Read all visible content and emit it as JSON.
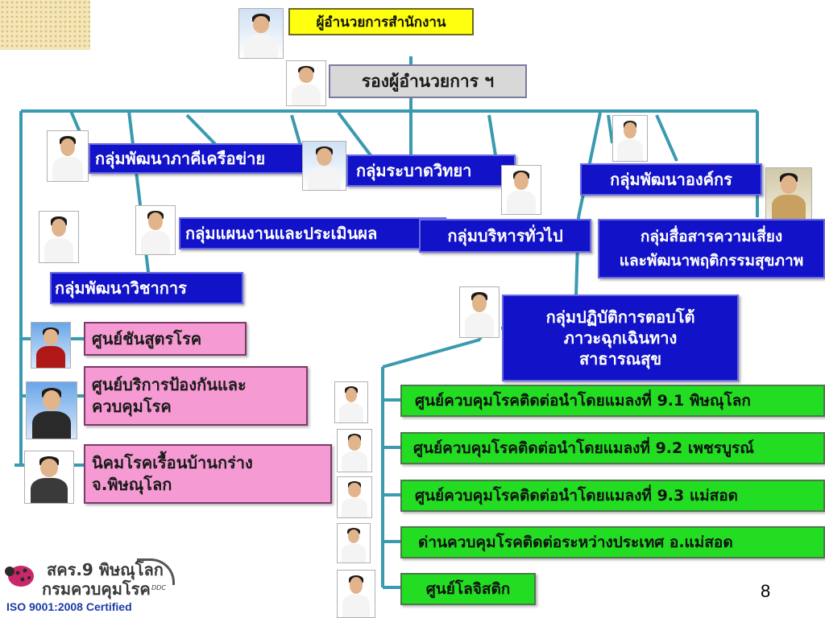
{
  "director": "ผู้อำนวยการสำนักงาน",
  "deputy": "รองผู้อำนวยการ ฯ",
  "groups": {
    "network": "กลุ่มพัฒนาภาคีเครือข่าย",
    "epidemiology": "กลุ่มระบาดวิทยา",
    "organization": "กลุ่มพัฒนาองค์กร",
    "planning": "กลุ่มแผนงานและประเมินผล",
    "admin": "กลุ่มบริหารทั่วไป",
    "risk_line1": "กลุ่มสื่อสารความเสี่ยง",
    "risk_line2": "และพัฒนาพฤติกรรมสุขภาพ",
    "academic": "กลุ่มพัฒนาวิชาการ",
    "emergency_line1": "กลุ่มปฏิบัติการตอบโต้",
    "emergency_line2": "ภาวะฉุกเฉินทาง",
    "emergency_line3": "สาธารณสุข"
  },
  "centers": {
    "autopsy": "ศูนย์ชันสูตรโรค",
    "prevention_line1": "ศูนย์บริการป้องกันและ",
    "prevention_line2": "ควบคุมโรค",
    "leprosy_line1": "นิคมโรคเรื้อนบ้านกร่าง",
    "leprosy_line2": "จ.พิษณุโลก"
  },
  "vector_units": {
    "u91": "ศูนย์ควบคุมโรคติดต่อนำโดยแมลงที่ 9.1 พิษณุโลก",
    "u92": "ศูนย์ควบคุมโรคติดต่อนำโดยแมลงที่ 9.2 เพชรบูรณ์",
    "u93": "ศูนย์ควบคุมโรคติดต่อนำโดยแมลงที่ 9.3 แม่สอด",
    "border": "ด่านควบคุมโรคติดต่อระหว่างประเทศ อ.แม่สอด",
    "logistics": "ศูนย์โลจิสติก"
  },
  "logo": {
    "line1": "สคร.9  พิษณุโลก",
    "line2": "กรมควบคุมโรค",
    "ddc": "DDC",
    "iso": "ISO 9001:2008 Certified"
  },
  "page_number": "8",
  "colors": {
    "blue_box": "#1212c8",
    "pink_box": "#f59ad2",
    "green_box": "#22dd22",
    "yellow_box": "#ffff10",
    "connector": "#3a9ab0"
  }
}
